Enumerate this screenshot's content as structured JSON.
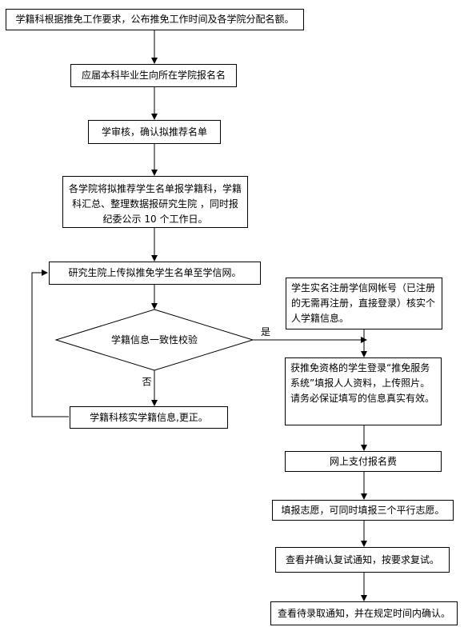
{
  "steps": {
    "s1": "学籍科根据推免工作要求，公布推免工作时间及各学院分配名额。",
    "s2": "应届本科毕业生向所在学院报名名",
    "s3": "学审核，确认拟推荐名单",
    "s4": "各学院将拟推荐学生名单报学籍科，学籍科汇总、整理数据报研究生院 ，同时报纪委公示 10 个工作日。",
    "s5": "研究生院上传拟推免学生名单至学信网。",
    "decision": "学籍信息一致性校验",
    "yes": "是",
    "no": "否",
    "fix": "学籍科核实学籍信息,更正。",
    "r1": "学生实名注册学信网帐号（已注册的无需再注册，直接登录）核实个人学籍信息。",
    "r2": "获推免资格的学生登录“推免服务系统”填报人人资料，上传照片。请务必保证填写的信息真实有效。",
    "r3": "网上支付报名费",
    "r4": "填报志愿，可同时填报三个平行志愿。",
    "r5": "查看并确认复试通知，按要求复试。",
    "r6": "查看待录取通知，并在规定时间内确认。"
  }
}
